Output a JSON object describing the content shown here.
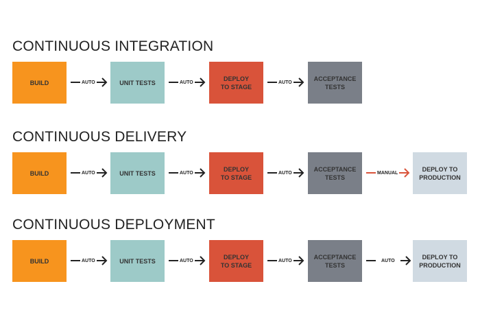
{
  "colors": {
    "build": "#f7941e",
    "unit_tests": "#9dcac8",
    "deploy_stage": "#d9533a",
    "acceptance": "#7a7f88",
    "production": "#d0dae2",
    "manual_arrow": "#d9533a"
  },
  "sections": [
    {
      "title": "CONTINUOUS INTEGRATION",
      "steps": [
        "BUILD",
        "UNIT TESTS",
        "DEPLOY\nTO STAGE",
        "ACCEPTANCE\nTESTS"
      ],
      "transitions": [
        "AUTO",
        "AUTO",
        "AUTO"
      ]
    },
    {
      "title": "CONTINUOUS DELIVERY",
      "steps": [
        "BUILD",
        "UNIT TESTS",
        "DEPLOY\nTO STAGE",
        "ACCEPTANCE\nTESTS",
        "DEPLOY TO\nPRODUCTION"
      ],
      "transitions": [
        "AUTO",
        "AUTO",
        "AUTO",
        "MANUAL"
      ]
    },
    {
      "title": "CONTINUOUS DEPLOYMENT",
      "steps": [
        "BUILD",
        "UNIT TESTS",
        "DEPLOY\nTO STAGE",
        "ACCEPTANCE\nTESTS",
        "DEPLOY TO\nPRODUCTION"
      ],
      "transitions": [
        "AUTO",
        "AUTO",
        "AUTO",
        "AUTO"
      ]
    }
  ]
}
